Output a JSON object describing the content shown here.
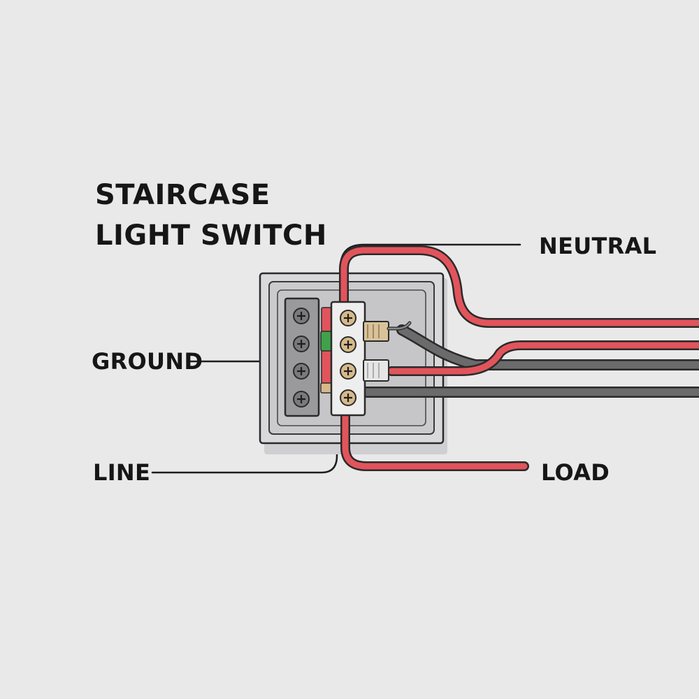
{
  "title": {
    "line1": "STAIRCASE",
    "line2": "LIGHT SWITCH"
  },
  "labels": {
    "neutral": "NEUTRAL",
    "ground": "GROUND",
    "line": "LINE",
    "load": "LOAD"
  },
  "colors": {
    "background": "#e9e9ea",
    "live_wire": "#e2545c",
    "neutral_wire": "#6b6b6b",
    "ground_strip": "#3fa24a",
    "terminal_brass": "#d6b98a",
    "outline": "#2a2a2a"
  }
}
